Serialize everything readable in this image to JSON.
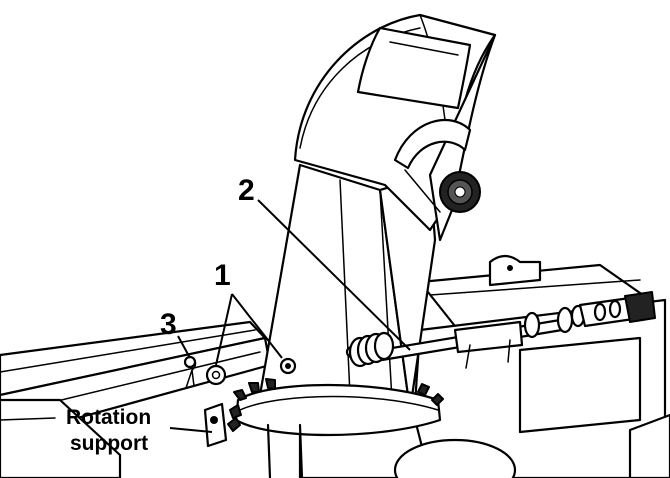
{
  "callouts": {
    "one": "1",
    "two": "2",
    "three": "3",
    "rotation_support_line1": "Rotation",
    "rotation_support_line2": "support"
  },
  "colors": {
    "ink": "#000000",
    "paper": "#ffffff"
  }
}
